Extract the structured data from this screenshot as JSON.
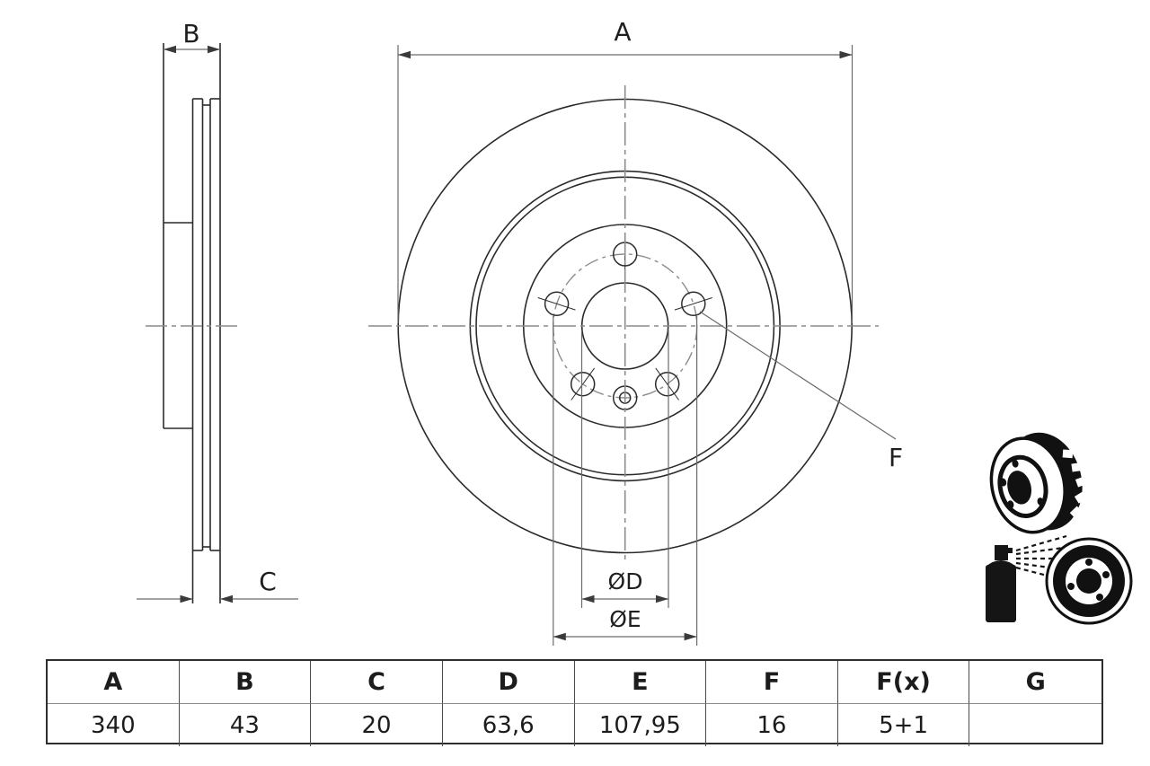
{
  "page": {
    "background": "#ffffff"
  },
  "drawing": {
    "labels": {
      "a": "A",
      "b": "B",
      "c": "C",
      "d": "ØD",
      "e": "ØE",
      "f": "F"
    },
    "colors": {
      "outline": "#2b2b2b",
      "dimension": "#6b6b6b",
      "centerline": "#8c8c8c",
      "arrowhead": "#3a3a3a",
      "icon_ink": "#111111"
    }
  },
  "icons": {
    "top": "vented-brake-disc-3d-icon",
    "bottom": "spray-coated-disc-icon"
  },
  "table": {
    "headers": [
      "A",
      "B",
      "C",
      "D",
      "E",
      "F",
      "F(x)",
      "G"
    ],
    "values": [
      "340",
      "43",
      "20",
      "63,6",
      "107,95",
      "16",
      "5+1",
      ""
    ]
  }
}
